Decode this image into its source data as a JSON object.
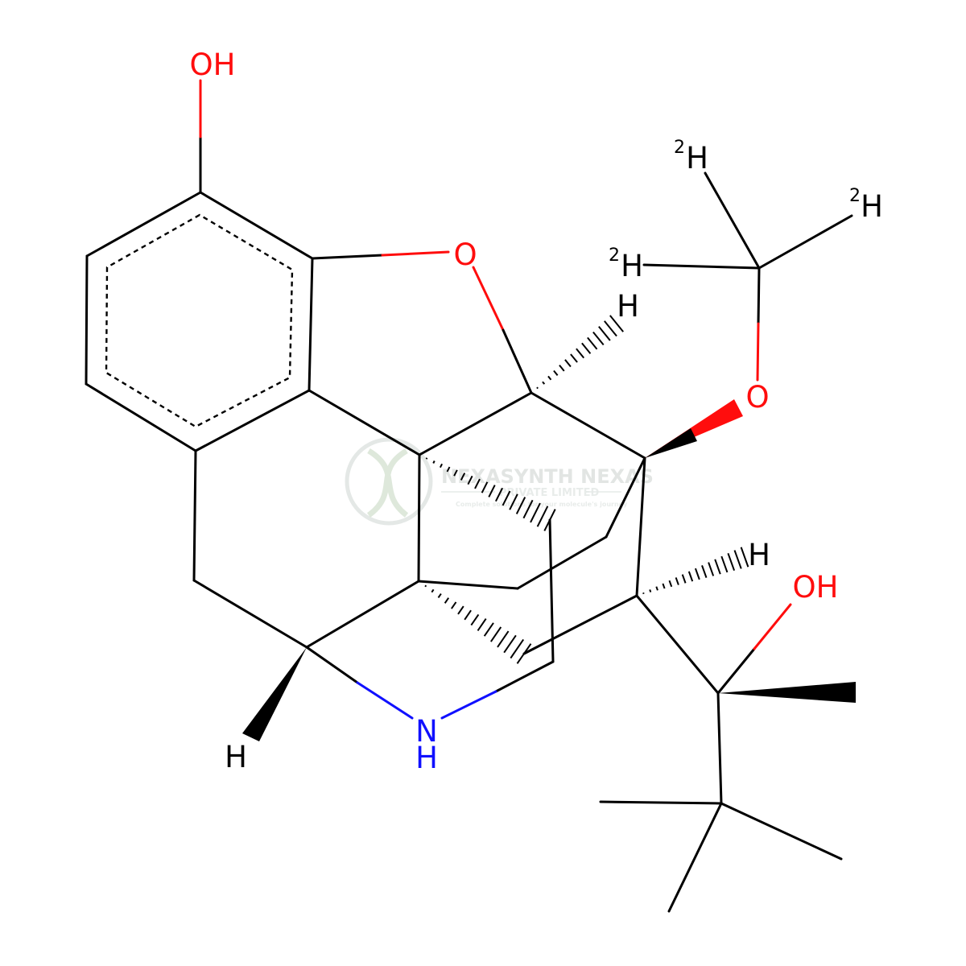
{
  "watermark": {
    "company_line1": "NEXASYNTH NEXAS",
    "company_line2": "PRIVATE LIMITED",
    "tagline": "Complete solutions for your molecule's journey",
    "logo": "dna-helix-logo",
    "color": "#dfe3e1"
  },
  "colors": {
    "bond": "#000000",
    "oxygen": "#ff0d0d",
    "nitrogen": "#1010ff"
  },
  "atoms": {
    "phenol_oh": "OH",
    "furan_o": "O",
    "methoxy_o": "O",
    "alcohol_oh": "OH",
    "amine_n": "N",
    "amine_h": "H",
    "c5_h": "H",
    "c7_h": "H",
    "c9_h": "H",
    "cd3_h1": "H",
    "cd3_h2": "H",
    "cd3_h3": "H",
    "isotope_mass": "2"
  }
}
